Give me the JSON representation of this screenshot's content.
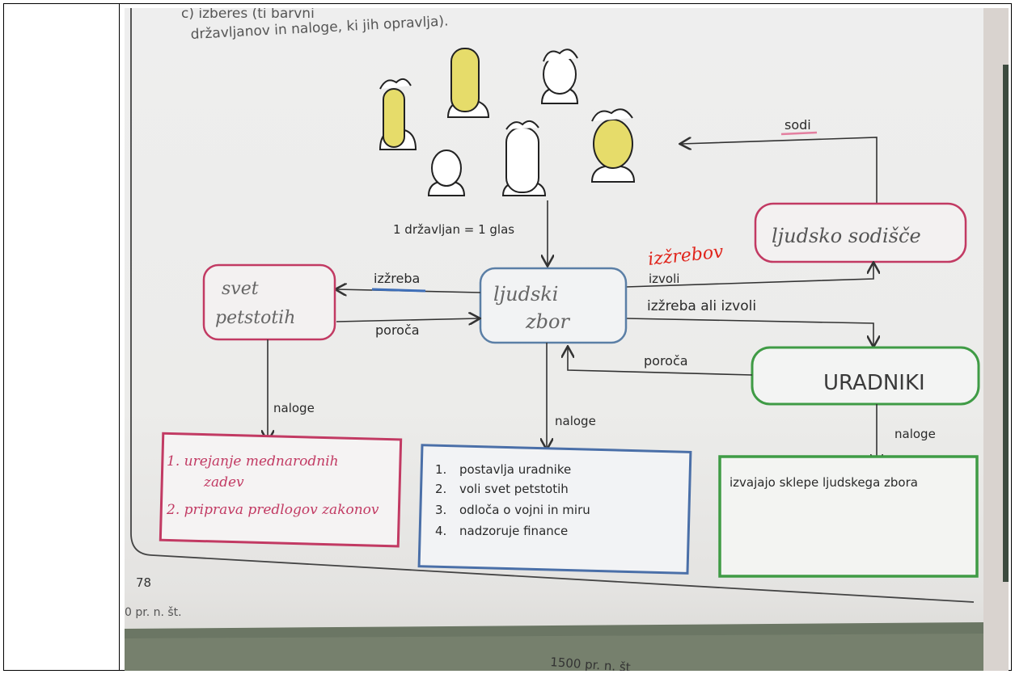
{
  "page": {
    "header_line1": "c) izberes (ti barvni",
    "header_line2": "državljanov in naloge, ki jih opravlja).",
    "page_number": "78",
    "timeline_left": "0 pr. n. št.",
    "timeline_bottom": "1500 pr. n. št"
  },
  "diagram": {
    "one_citizen_one_vote": "1 državljan = 1 glas",
    "sodi": "sodi",
    "ljudsko_sodisce": "ljudsko sodišče",
    "izzrebov_handwritten": "izžrebov",
    "izvoli": "izvoli",
    "izzreba_ali_izvoli": "izžreba ali izvoli",
    "izzreba": "izžreba",
    "poroca_left": "poroča",
    "poroca_right": "poroča",
    "svet_line1": "svet",
    "svet_line2": "petstotih",
    "ljudski_line1": "ljudski",
    "ljudski_line2": "zbor",
    "uradniki": "URADNIKI",
    "naloge_left": "naloge",
    "naloge_center": "naloge",
    "naloge_right": "naloge",
    "svet_tasks": [
      "1. urejanje mednarodnih",
      "zadev",
      "2. priprava predlogov zakonov"
    ],
    "zbor_tasks": [
      {
        "num": "1.",
        "text": "postavlja uradnike"
      },
      {
        "num": "2.",
        "text": "voli svet petstotih"
      },
      {
        "num": "3.",
        "text": "odloča o vojni in miru"
      },
      {
        "num": "4.",
        "text": "nadzoruje finance"
      }
    ],
    "uradniki_task": "izvajajo sklepe ljudskega zbora"
  },
  "colors": {
    "pink": "#c23a63",
    "blue": "#5b7fa6",
    "green": "#3f9b45",
    "red_ink": "#e0241b",
    "citizen_yellow": "#e6dc6a"
  }
}
